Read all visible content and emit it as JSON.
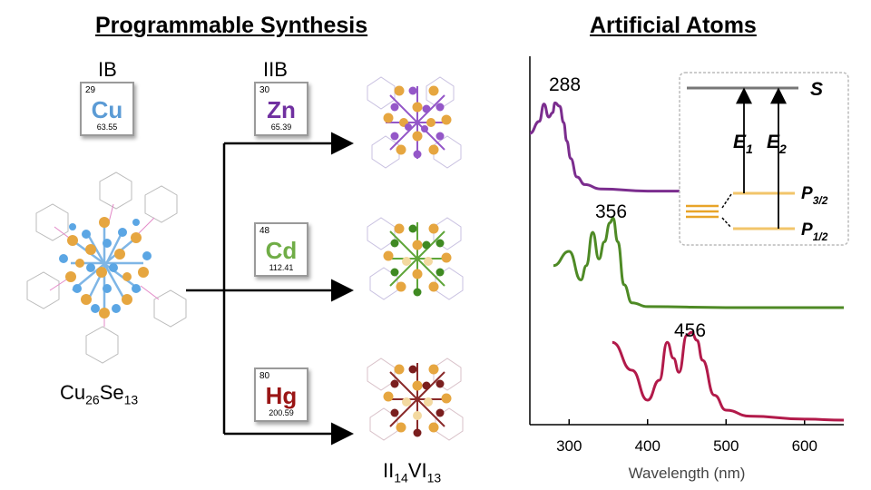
{
  "left": {
    "title": "Programmable Synthesis",
    "group_ib": "IB",
    "group_iib": "IIB",
    "elements": [
      {
        "number": "29",
        "symbol": "Cu",
        "mass": "63.55",
        "color": "#5b9bd5"
      },
      {
        "number": "30",
        "symbol": "Zn",
        "mass": "65.39",
        "color": "#7030a0"
      },
      {
        "number": "48",
        "symbol": "Cd",
        "mass": "112.41",
        "color": "#70ad47"
      },
      {
        "number": "80",
        "symbol": "Hg",
        "mass": "200.59",
        "color": "#9a1515"
      }
    ],
    "formula_cu": {
      "a": "Cu",
      "a_sub": "26",
      "b": "Se",
      "b_sub": "13"
    },
    "formula_ii": {
      "a": "II",
      "a_sub": "14",
      "b": "VI",
      "b_sub": "13"
    }
  },
  "right": {
    "title": "Artificial Atoms",
    "inset": {
      "S": "S",
      "E1": "E",
      "E1_sub": "1",
      "E2": "E",
      "E2_sub": "2",
      "P32": "P",
      "P32_sub": "3/2",
      "P12": "P",
      "P12_sub": "1/2"
    }
  },
  "chart_data": {
    "type": "line",
    "xlabel": "Wavelength (nm)",
    "xlim": [
      250,
      650
    ],
    "xticks": [
      "300",
      "400",
      "500",
      "600"
    ],
    "peak_labels": [
      "288",
      "356",
      "456"
    ],
    "series": [
      {
        "color": "#7b2d8e",
        "x": [
          250,
          262,
          268,
          274,
          279,
          282,
          288,
          293,
          297,
          302,
          310,
          320,
          340,
          400,
          500
        ],
        "y": [
          0.55,
          0.66,
          0.82,
          0.7,
          0.74,
          0.83,
          0.8,
          0.65,
          0.48,
          0.32,
          0.15,
          0.08,
          0.04,
          0.02,
          0.02
        ]
      },
      {
        "color": "#4e8a25",
        "x": [
          280,
          300,
          315,
          322,
          330,
          338,
          345,
          352,
          356,
          362,
          370,
          380,
          400,
          500,
          650
        ],
        "y": [
          0.45,
          0.6,
          0.3,
          0.45,
          0.8,
          0.52,
          0.7,
          0.9,
          0.95,
          0.7,
          0.25,
          0.06,
          0.02,
          0.01,
          0.01
        ]
      },
      {
        "color": "#b21a4a",
        "x": [
          355,
          380,
          400,
          415,
          425,
          433,
          440,
          450,
          456,
          463,
          470,
          485,
          500,
          530,
          600,
          650
        ],
        "y": [
          0.78,
          0.5,
          0.2,
          0.4,
          0.78,
          0.62,
          0.48,
          0.85,
          0.88,
          0.8,
          0.6,
          0.25,
          0.1,
          0.04,
          0.01,
          0.0
        ]
      }
    ]
  }
}
